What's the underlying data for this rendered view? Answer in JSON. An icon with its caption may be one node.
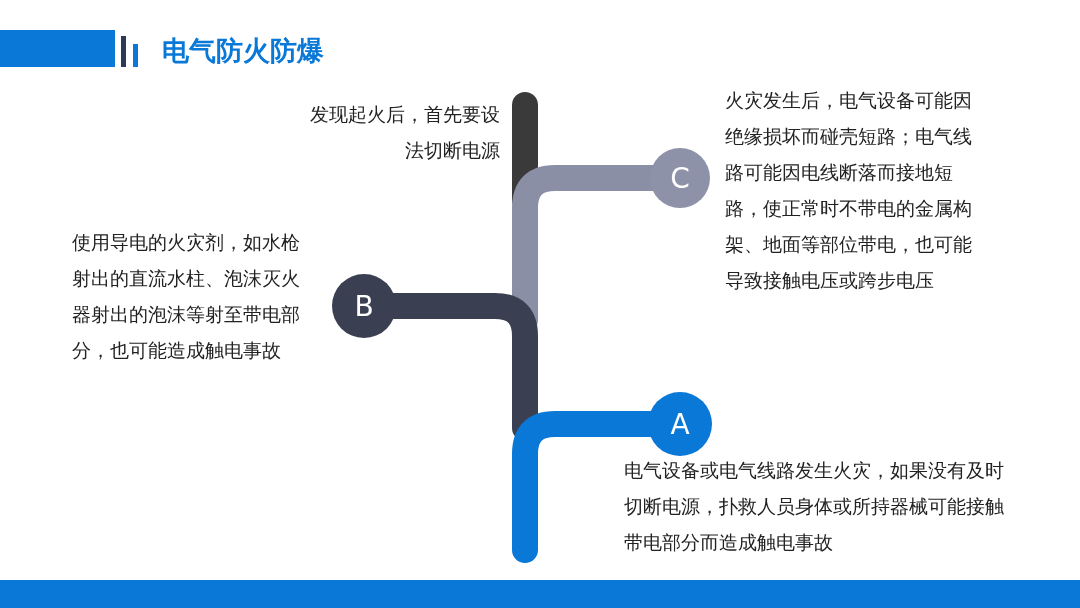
{
  "diagram": {
    "title": "电气防火防爆",
    "nodes": [
      {
        "text": [
          "C"
        ],
        "beside": [
          "火灾发生后，电气设备可能因绝缘损坏而碰壳短路；电气线路可能因电线断落而接地短路，使正常时不带电的金属构架、地面等部位带电，也可能导致接触电压或跨步电压"
        ]
      },
      {
        "text": [
          "B"
        ],
        "beside": [
          "使用导电的火灾剂，如水枪射出的直流水柱、泡沫灭火器射出的泡沫等射至带电部分，也可能造成触电事故"
        ]
      },
      {
        "text": [
          "A"
        ],
        "beside": [
          "电气设备或电气线路发生火灾，如果没有及时切断电源，扑救人员身体或所持器械可能接触带电部分而造成触电事故"
        ]
      }
    ],
    "labels": [
      "发现起火后，首先要设法切断电源"
    ]
  }
}
